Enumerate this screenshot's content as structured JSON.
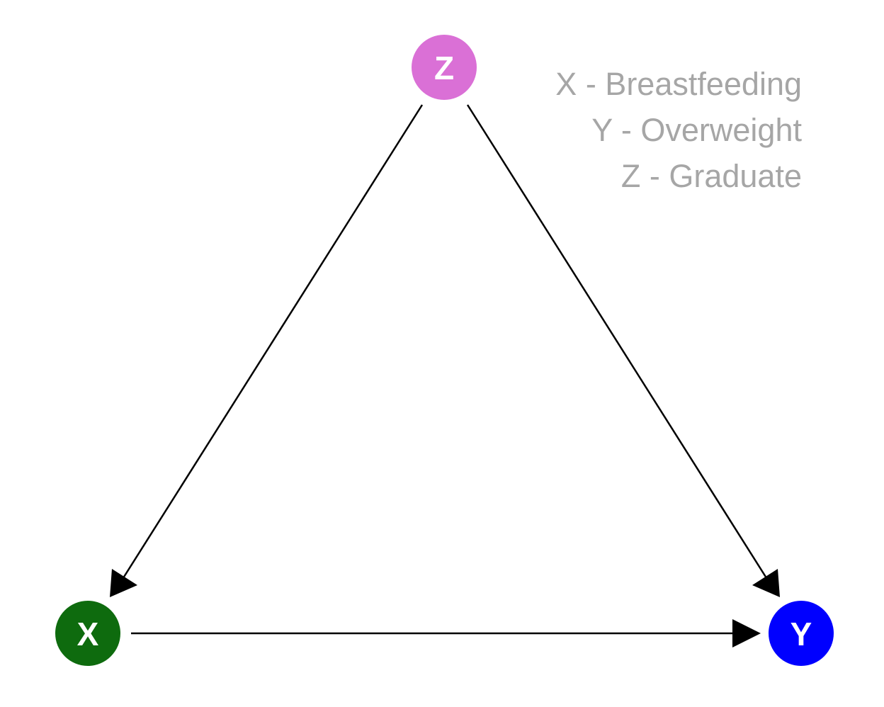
{
  "nodes": [
    {
      "id": "Z",
      "label": "Z",
      "color": "#da70d6"
    },
    {
      "id": "X",
      "label": "X",
      "color": "#0e6b0e"
    },
    {
      "id": "Y",
      "label": "Y",
      "color": "#0000ff"
    }
  ],
  "edges": [
    {
      "from": "Z",
      "to": "X"
    },
    {
      "from": "Z",
      "to": "Y"
    },
    {
      "from": "X",
      "to": "Y"
    }
  ],
  "legend": {
    "items": [
      "X - Breastfeeding",
      "Y - Overweight",
      "Z - Graduate"
    ],
    "color": "#a6a6a6"
  },
  "edge_color": "#000000"
}
